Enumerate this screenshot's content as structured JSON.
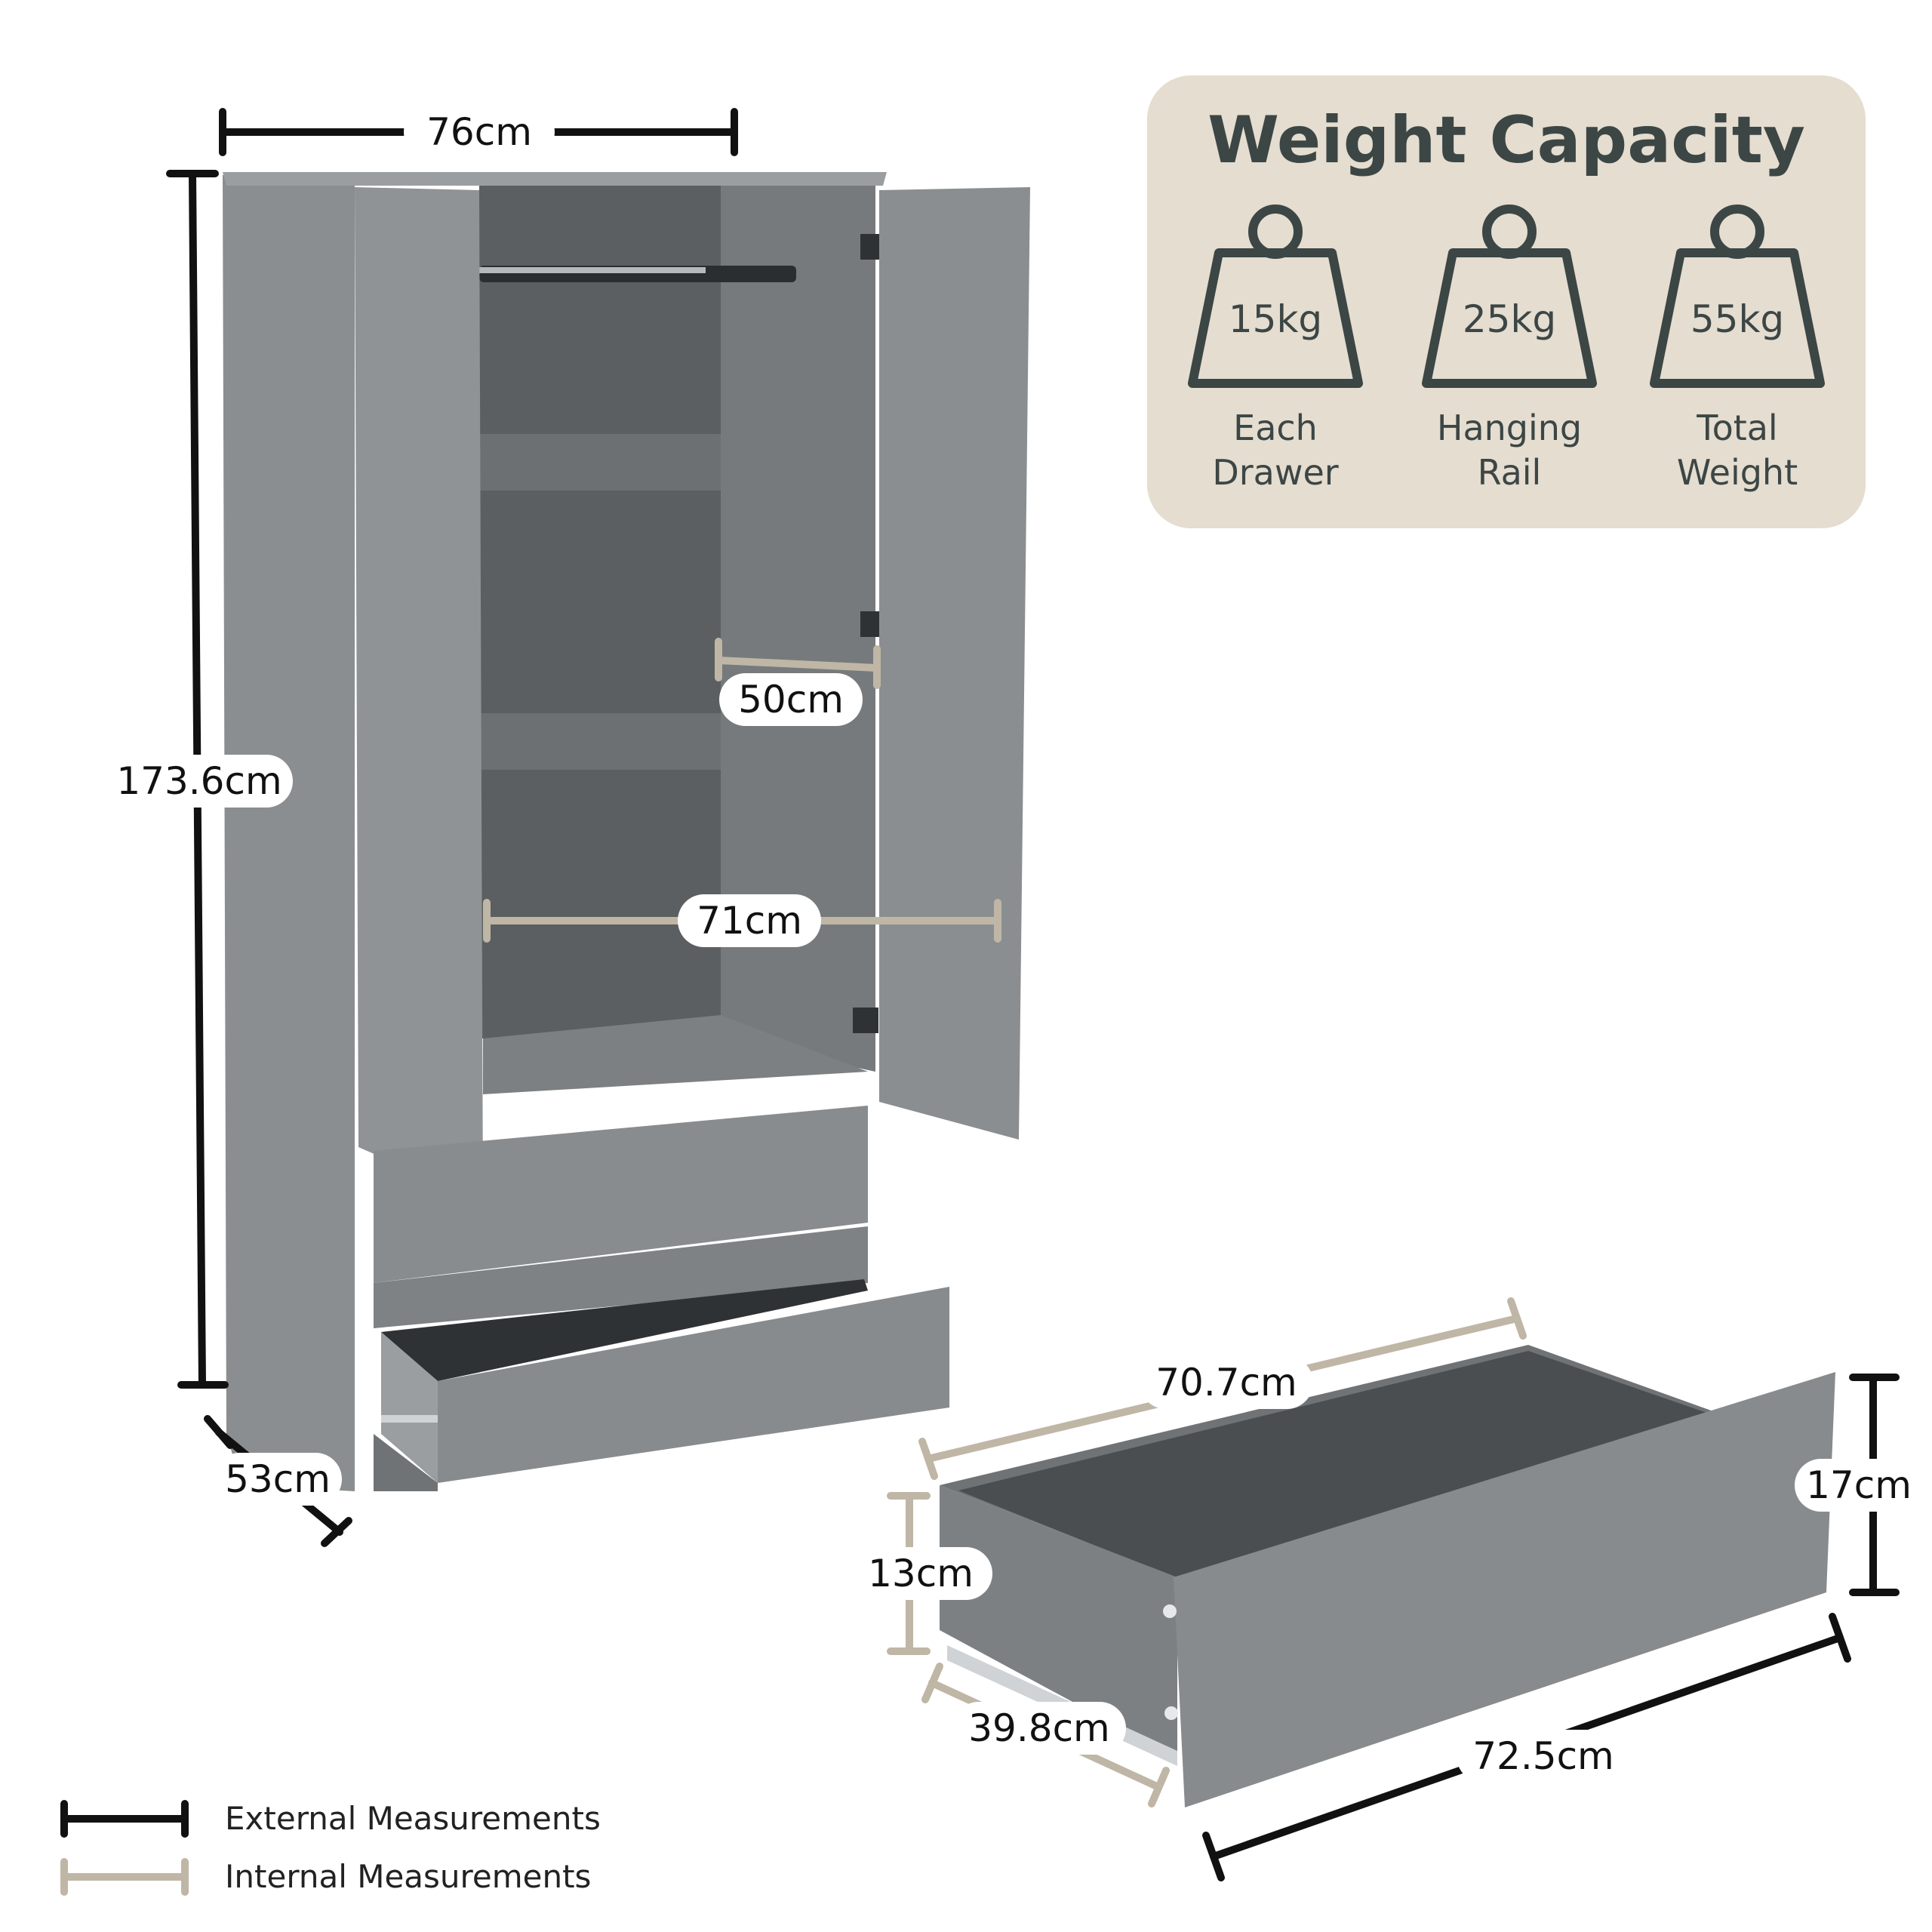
{
  "colors": {
    "external": "#111111",
    "internal": "#bfb6a6",
    "panel_bg": "#e4ddd0",
    "panel_text": "#3c4645",
    "furniture": "#8b8f91"
  },
  "weight_capacity": {
    "title": "Weight Capacity",
    "items": [
      {
        "value": "15kg",
        "label_line1": "Each",
        "label_line2": "Drawer"
      },
      {
        "value": "25kg",
        "label_line1": "Hanging",
        "label_line2": "Rail"
      },
      {
        "value": "55kg",
        "label_line1": "Total",
        "label_line2": "Weight"
      }
    ]
  },
  "measurements": {
    "wardrobe_width": "76cm",
    "wardrobe_height": "173.6cm",
    "wardrobe_depth": "53cm",
    "interior_depth": "50cm",
    "interior_width": "71cm",
    "drawer_internal_width": "70.7cm",
    "drawer_internal_height": "13cm",
    "drawer_internal_depth": "39.8cm",
    "drawer_external_width": "72.5cm",
    "drawer_external_height": "17cm"
  },
  "legend": {
    "external": "External Measurements",
    "internal": "Internal Measurements"
  }
}
